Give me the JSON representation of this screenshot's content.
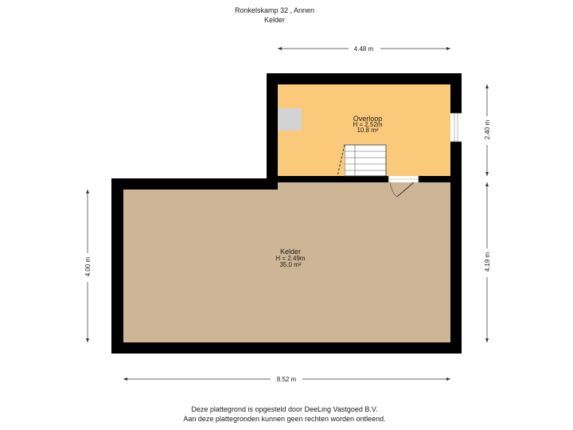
{
  "header": {
    "address": "Ronkelskamp 32 ,  Annen",
    "floor": "Kelder"
  },
  "rooms": {
    "overloop": {
      "name": "Overloop",
      "height": "H = 2.52m",
      "area": "10.8 m²"
    },
    "kelder": {
      "name": "Kelder",
      "height": "H = 2.49m",
      "area": "35.0 m²"
    }
  },
  "dimensions": {
    "top_width": "4.48 m",
    "bottom_width": "8.52 m",
    "left_height": "4.00 m",
    "right_upper": "2.40 m",
    "right_lower": "4.19 m"
  },
  "footer": {
    "line1": "Deze plattegrond is opgesteld door DeeLing Vastgoed B.V.",
    "line2": "Aan deze plattegronden kunnen geen rechten worden ontleend."
  },
  "colors": {
    "overloop_fill": "#fbc97a",
    "kelder_fill": "#cdb695",
    "wall": "#000000"
  }
}
